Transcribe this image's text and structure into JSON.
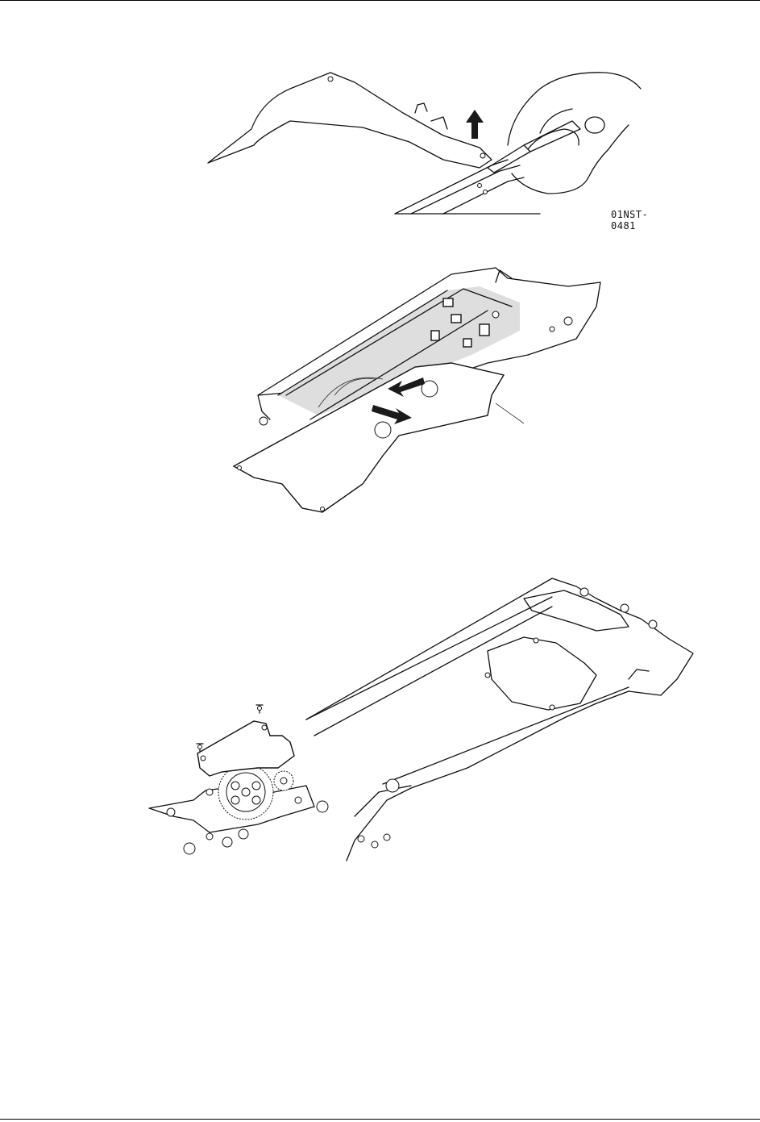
{
  "figures": [
    {
      "id": "figure-1",
      "code": "01NST-0481"
    },
    {
      "id": "figure-2"
    },
    {
      "id": "figure-3"
    }
  ]
}
